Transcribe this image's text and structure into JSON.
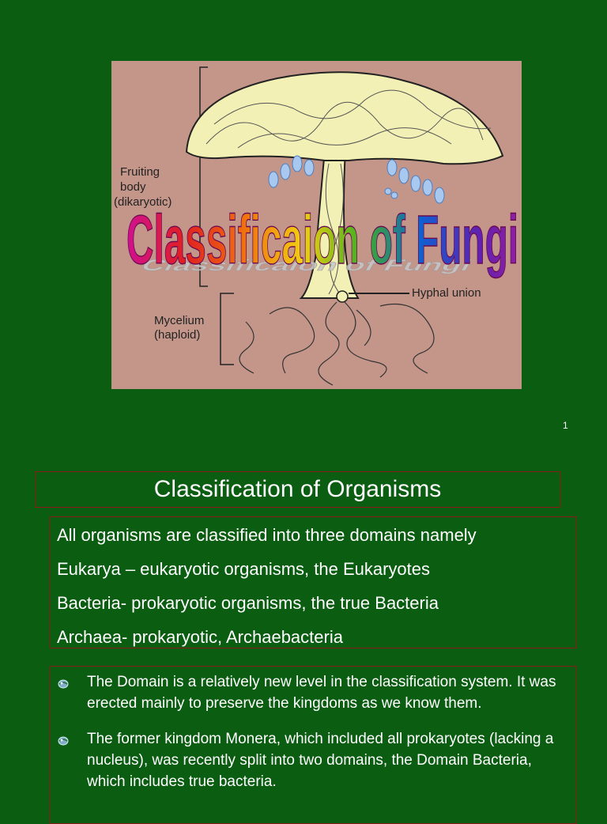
{
  "figure": {
    "labels": {
      "fruiting_body": "Fruiting",
      "body": "body",
      "dikaryotic": "(dikaryotic)",
      "hyphal_union": "Hyphal union",
      "mycelium": "Mycelium",
      "haploid": "(haploid)"
    },
    "wordart_title": "Classificaion of Fungi"
  },
  "slide_number": "1",
  "heading": "Classification of Organisms",
  "domains": [
    "All organisms are classified into three domains namely",
    "Eukarya – eukaryotic organisms, the Eukaryotes",
    "Bacteria- prokaryotic organisms, the true Bacteria",
    "Archaea- prokaryotic, Archaebacteria"
  ],
  "bullets": [
    "The Domain is a relatively new level in the classification system. It was erected mainly to preserve the kingdoms as we know them.",
    "The former kingdom Monera, which included all prokaryotes (lacking a nucleus), was recently split into two domains, the Domain Bacteria, which includes true bacteria."
  ],
  "colors": {
    "background": "#0b5d12",
    "figure_bg": "#c4968a",
    "mushroom_cap": "#f2f0b4",
    "box_border": "#8b1a1a"
  },
  "icons": {
    "bullet": "globe-bullet-icon"
  }
}
